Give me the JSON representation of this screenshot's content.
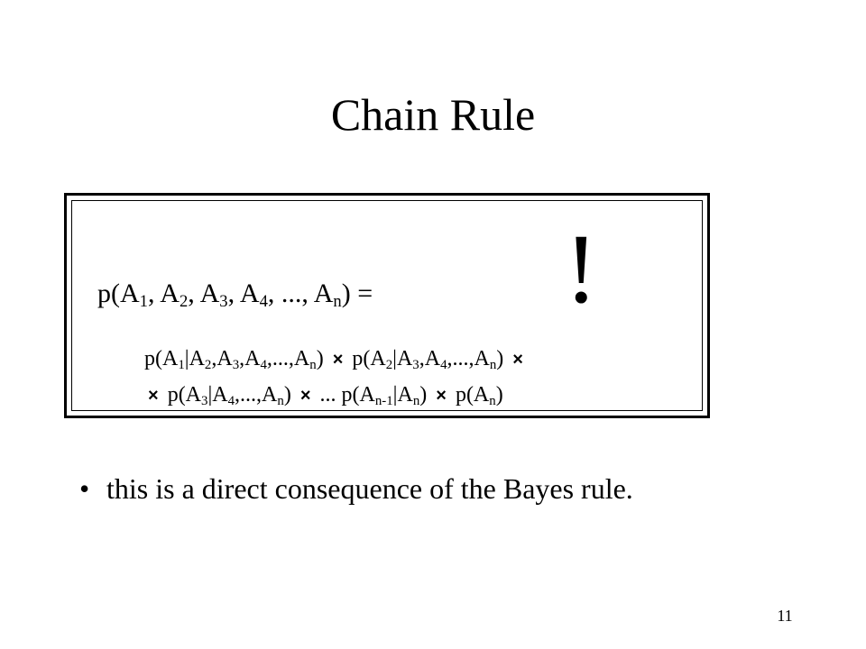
{
  "slide": {
    "title": "Chain Rule",
    "formula": {
      "lhs": "p(A₁, A₂, A₃, A₄, ..., Aₙ) =",
      "exclamation": "!",
      "rhs_line1": "p(A₁|A₂,A₃,A₄,...,Aₙ) × p(A₂|A₃,A₄,...,Aₙ) ×",
      "rhs_line2": "× p(A₃|A₄,...,Aₙ) × ... p(Aₙ₋₁|Aₙ) × p(Aₙ)"
    },
    "bullet": {
      "symbol": "•",
      "text": "this is a direct consequence of the Bayes rule."
    },
    "page_number": "11"
  }
}
